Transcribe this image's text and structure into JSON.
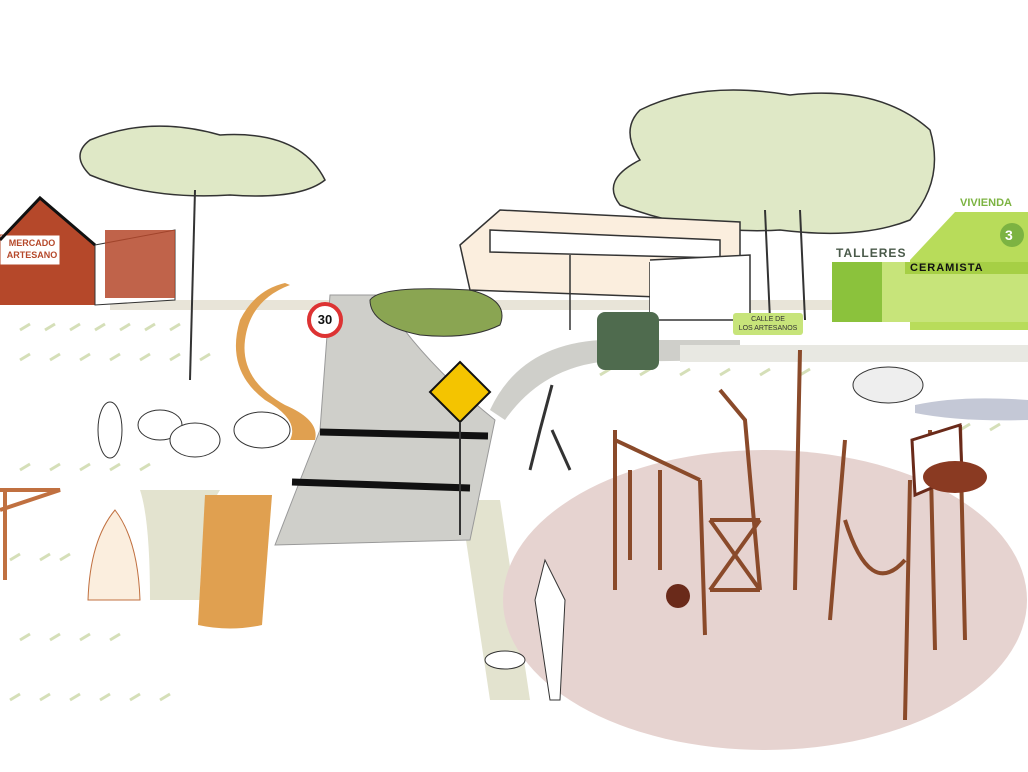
{
  "market": {
    "line1": "MERCADO",
    "line2": "ARTESANO"
  },
  "speed_sign": "30",
  "housing": {
    "label": "VIVIENDA",
    "number": "3"
  },
  "workshops": {
    "label": "TALLERES",
    "shop": "CERAMISTA"
  },
  "street_sign": {
    "line1": "CALLE DE",
    "line2": "LOS ARTESANOS"
  },
  "colors": {
    "rust": "#b5482a",
    "lime": "#b8dc5a",
    "orange": "#e0a050",
    "playground": "#e6d3d0",
    "wood": "#8a4a2a",
    "paving": "#d8d8cc"
  }
}
